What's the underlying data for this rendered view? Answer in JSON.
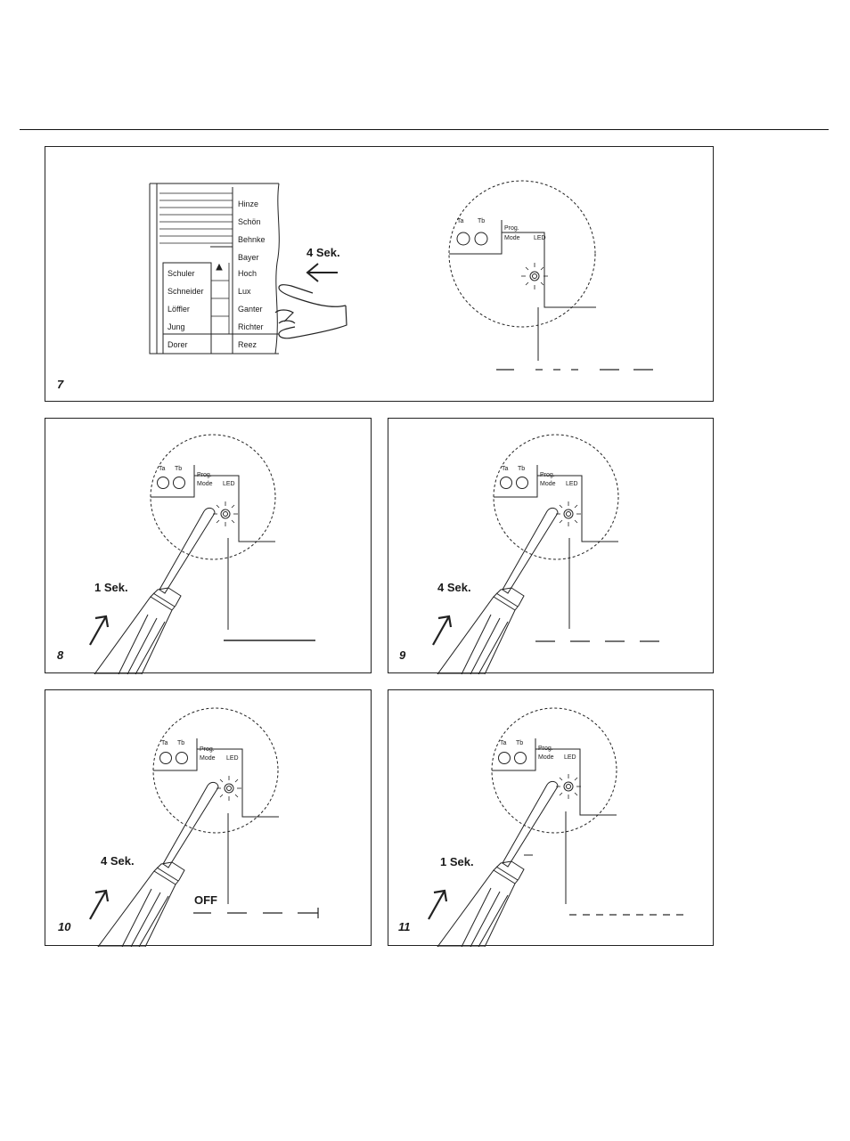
{
  "figures": [
    {
      "number": "7",
      "duration": "4 Sek.",
      "nameplate": {
        "left_names": [
          "Schuler",
          "Schneider",
          "Löffler",
          "Jung",
          "Dorer"
        ],
        "right_names": [
          "Hinze",
          "Schön",
          "Behnke",
          "Bayer",
          "Hoch",
          "Lux",
          "Ganter",
          "Richter",
          "Reez"
        ]
      },
      "controls": {
        "ta": "Ta",
        "tb": "Tb",
        "prog": "Prog.",
        "mode": "Mode",
        "led": "LED"
      },
      "signal": "long-short-short-short-long-long"
    },
    {
      "number": "8",
      "duration": "1 Sek.",
      "controls": {
        "ta": "Ta",
        "tb": "Tb",
        "prog": "Prog.",
        "mode": "Mode",
        "led": "LED"
      },
      "signal": "continuous"
    },
    {
      "number": "9",
      "duration": "4 Sek.",
      "controls": {
        "ta": "Ta",
        "tb": "Tb",
        "prog": "Prog.",
        "mode": "Mode",
        "led": "LED"
      },
      "signal": "long-long-long-long"
    },
    {
      "number": "10",
      "duration": "4 Sek.",
      "off_label": "OFF",
      "controls": {
        "ta": "Ta",
        "tb": "Tb",
        "prog": "Prog.",
        "mode": "Mode",
        "led": "LED"
      },
      "signal": "long-long-long-end"
    },
    {
      "number": "11",
      "duration": "1 Sek.",
      "controls": {
        "ta": "Ta",
        "tb": "Tb",
        "prog": "Prog.",
        "mode": "Mode",
        "led": "LED"
      },
      "signal": "short-repeating"
    }
  ]
}
